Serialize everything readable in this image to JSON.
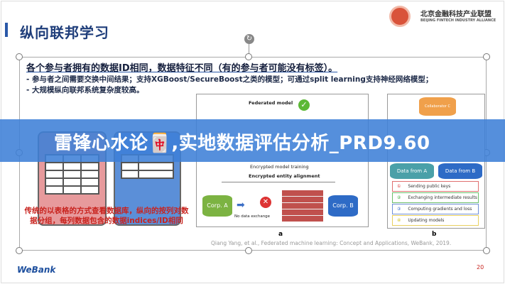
{
  "slide": {
    "title": "纵向联邦学习",
    "logo": {
      "cn": "北京金融科技产业联盟",
      "en": "BEIJING FINTECH INDUSTRY ALLIANCE"
    },
    "heading": "各个参与者拥有的数据ID相同，数据特征不同（有的参与者可能没有标签）。",
    "bullets": [
      "- 参与者之间需要交换中间结果；支持XGBoost/SecureBoost之类的模型；可通过split learning支持神经网络模型；",
      "- 大规模纵向联邦系统复杂度较高。"
    ],
    "red_note": "传统的以表格的方式查看数据库，纵向的按列对数据分组，每列数据包含的数据indices/ID相同",
    "diagram_a": {
      "federated_model": "Federated model",
      "training": "Encrypted model training",
      "alignment": "Encrypted entity alignment",
      "corp_a": "Corp. A",
      "corp_b": "Corp. B",
      "no_exchange": "No data exchange",
      "label": "a"
    },
    "diagram_b": {
      "collaborator": "Collaborator C",
      "data_a": "Data from A",
      "data_b": "Data from B",
      "steps": [
        "Sending public keys",
        "Exchanging intermediate results",
        "Computing gradients and loss",
        "Updating models"
      ],
      "step_nums": [
        "①",
        "②",
        "③",
        "④"
      ],
      "label": "b"
    },
    "citation": "Qiang Yang, et al., Federated machine learning: Concept and Applications, WeBank, 2019.",
    "footer_brand": "WeBank",
    "page_number": "20"
  },
  "banner": {
    "text": "雷锋心水论🀄,实地数据评估分析_PRD9.60"
  },
  "colors": {
    "banner": "#3e80d7",
    "title": "#1e3d7a",
    "red": "#c8231e"
  }
}
